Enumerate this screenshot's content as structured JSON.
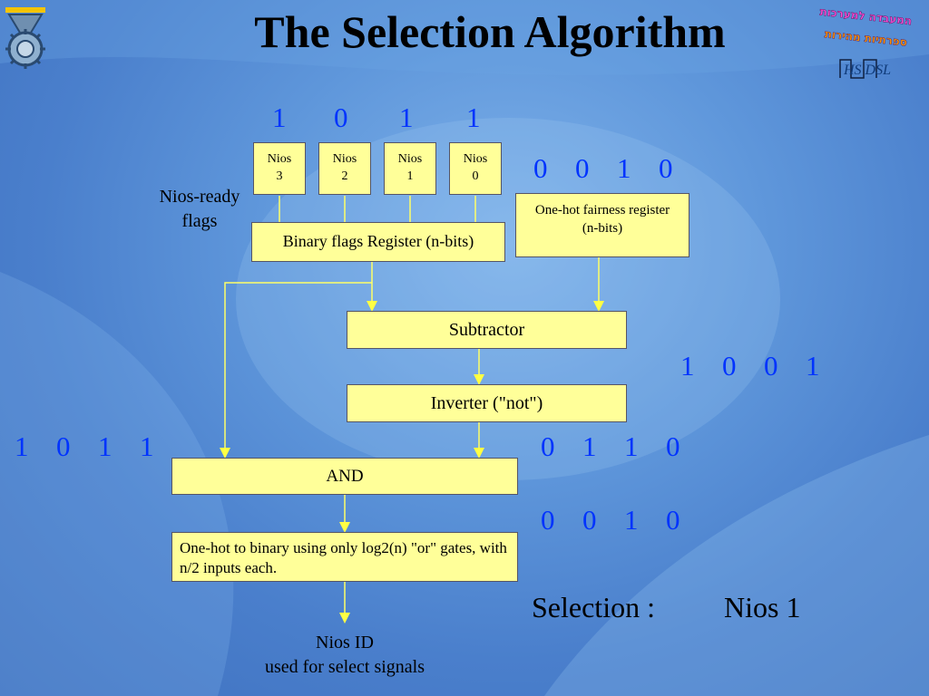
{
  "slide": {
    "title": "The Selection Algorithm"
  },
  "logos": {
    "left": "technion-logo",
    "right_hebrew_line1": "המעבדה למערכות",
    "right_hebrew_line2": "ספרתיות מהירות",
    "right_abbrev": "HS DSL"
  },
  "diagram": {
    "nios_boxes": [
      {
        "name": "Nios",
        "index": "3"
      },
      {
        "name": "Nios",
        "index": "2"
      },
      {
        "name": "Nios",
        "index": "1"
      },
      {
        "name": "Nios",
        "index": "0"
      }
    ],
    "ready_bits": [
      "1",
      "0",
      "1",
      "1"
    ],
    "fairness_bits": [
      "0",
      "0",
      "1",
      "0"
    ],
    "subtract_bits": [
      "1",
      "0",
      "0",
      "1"
    ],
    "and_left_bits": [
      "1",
      "0",
      "1",
      "1"
    ],
    "invert_bits": [
      "0",
      "1",
      "1",
      "0"
    ],
    "and_out_bits": [
      "0",
      "0",
      "1",
      "0"
    ],
    "nios_ready_label": [
      "Nios-ready",
      "flags"
    ],
    "binary_flags_register": "Binary flags Register (n-bits)",
    "fairness_register": [
      "One-hot fairness register",
      "(n-bits)"
    ],
    "subtractor": "Subtractor",
    "inverter": "Inverter (\"not\")",
    "and_gate": "AND",
    "onehot_to_binary": "One-hot to binary using only log2(n) \"or\" gates, with n/2 inputs each.",
    "output_label": [
      "Nios ID",
      "used for select signals"
    ],
    "selection_label": "Selection :",
    "selection_value": "Nios 1"
  },
  "colors": {
    "box_fill": "#ffff99",
    "bits_text": "#0033ff",
    "wire": "#ffff66"
  }
}
